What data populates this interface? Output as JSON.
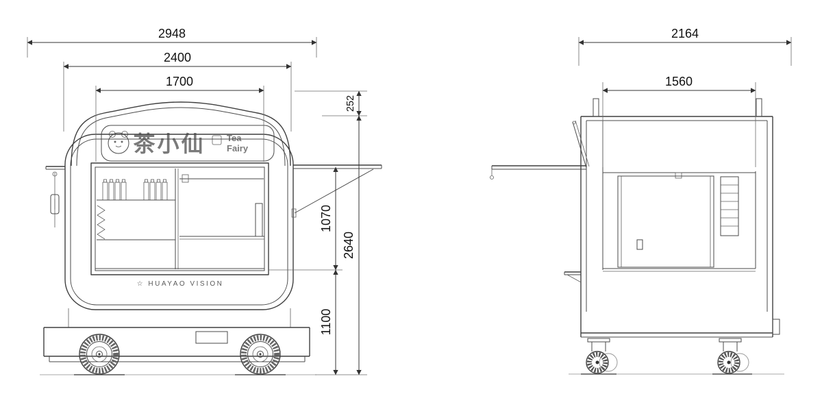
{
  "page": {
    "background": "#ffffff",
    "line_color": "#444444"
  },
  "front_view": {
    "name": "front-elevation",
    "dimensions": {
      "overall_width": "2948",
      "body_width": "2400",
      "window_width": "1700",
      "sign_offset": "252",
      "window_height": "1070",
      "overall_height": "2640",
      "base_height": "1100"
    },
    "sign": {
      "cn": "茶小仙",
      "en_line1": "Tea",
      "en_line2": "Fairy"
    },
    "brand": "☆ HUAYAO VISION"
  },
  "side_view": {
    "name": "side-elevation",
    "dimensions": {
      "overall_length": "2164",
      "body_length": "1560"
    }
  }
}
